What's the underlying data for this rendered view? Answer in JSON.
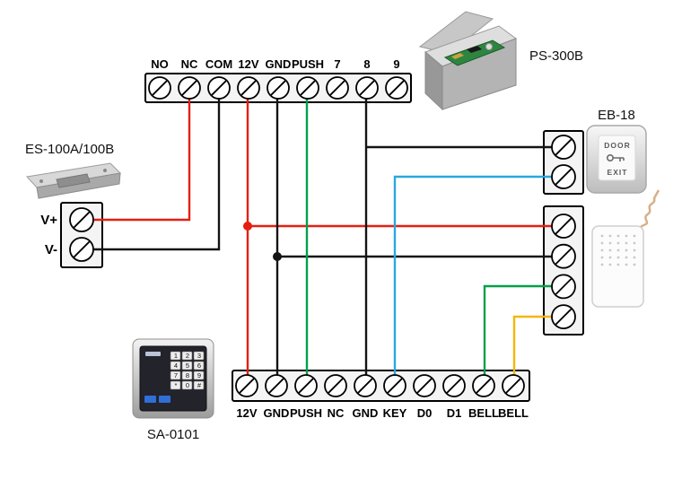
{
  "components": {
    "power_label": "PS-300B",
    "exit_label": "EB-18",
    "lock_label": "ES-100A/100B",
    "keypad_label": "SA-0101"
  },
  "top_block": {
    "labels": [
      "NO",
      "NC",
      "COM",
      "12V",
      "GND",
      "PUSH",
      "7",
      "8",
      "9"
    ]
  },
  "bottom_block": {
    "labels": [
      "12V",
      "GND",
      "PUSH",
      "NC",
      "GND",
      "KEY",
      "D0",
      "D1",
      "BELL",
      "BELL"
    ]
  },
  "lock_block": {
    "labels": [
      "V+",
      "V-"
    ]
  },
  "exit_button_face": {
    "line1": "DOOR",
    "line2": "EXIT"
  },
  "keypad": {
    "keys": [
      "1",
      "2",
      "3",
      "4",
      "5",
      "6",
      "7",
      "8",
      "9",
      "*",
      "0",
      "#"
    ]
  },
  "wire_colors": {
    "red": "#e51f10",
    "black": "#141414",
    "green": "#00a04a",
    "blue": "#28a8e0",
    "yellow": "#f2b70a"
  },
  "connections": [
    {
      "from": "top.NC",
      "to": "lock.V+",
      "color": "red"
    },
    {
      "from": "top.COM",
      "to": "lock.V-",
      "color": "black"
    },
    {
      "from": "top.12V",
      "to": "bottom.12V",
      "color": "red"
    },
    {
      "from": "top.12V",
      "to": "bell_block.terminal1",
      "color": "red"
    },
    {
      "from": "top.GND",
      "to": "bottom.GND2",
      "color": "black"
    },
    {
      "from": "top.GND",
      "to": "bell_block.terminal2",
      "color": "black"
    },
    {
      "from": "top.PUSH",
      "to": "bottom.PUSH",
      "color": "green"
    },
    {
      "from": "top.8",
      "to": "bottom.GND5",
      "color": "black"
    },
    {
      "from": "top.8",
      "to": "exit_block.terminal1",
      "color": "black"
    },
    {
      "from": "exit_block.terminal2",
      "to": "bottom.KEY",
      "color": "blue"
    },
    {
      "from": "bell_block.terminal3",
      "to": "bottom.BELL9",
      "color": "green"
    },
    {
      "from": "bell_block.terminal4",
      "to": "bottom.BELL10",
      "color": "yellow"
    }
  ]
}
